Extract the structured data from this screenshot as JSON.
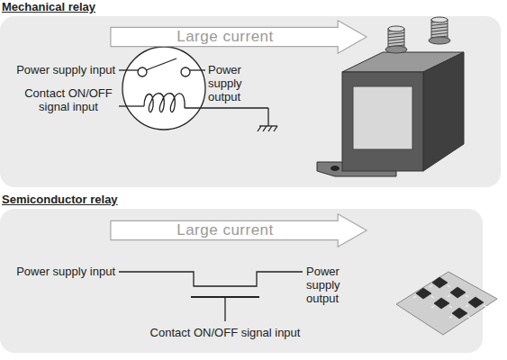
{
  "diagram": {
    "nodes": [
      {
        "text": [
          "Mechanical relay"
        ]
      },
      {
        "text": [
          "Large current"
        ],
        "in": 0
      },
      {
        "text": [
          "Semiconductor relay"
        ]
      },
      {
        "text": [
          "Large current"
        ],
        "in": 2
      }
    ],
    "labels": [
      "Power supply input",
      "Power supply output",
      "Contact ON/OFF signal input",
      "Power supply input",
      "Power supply output",
      "Contact ON/OFF signal input"
    ]
  }
}
